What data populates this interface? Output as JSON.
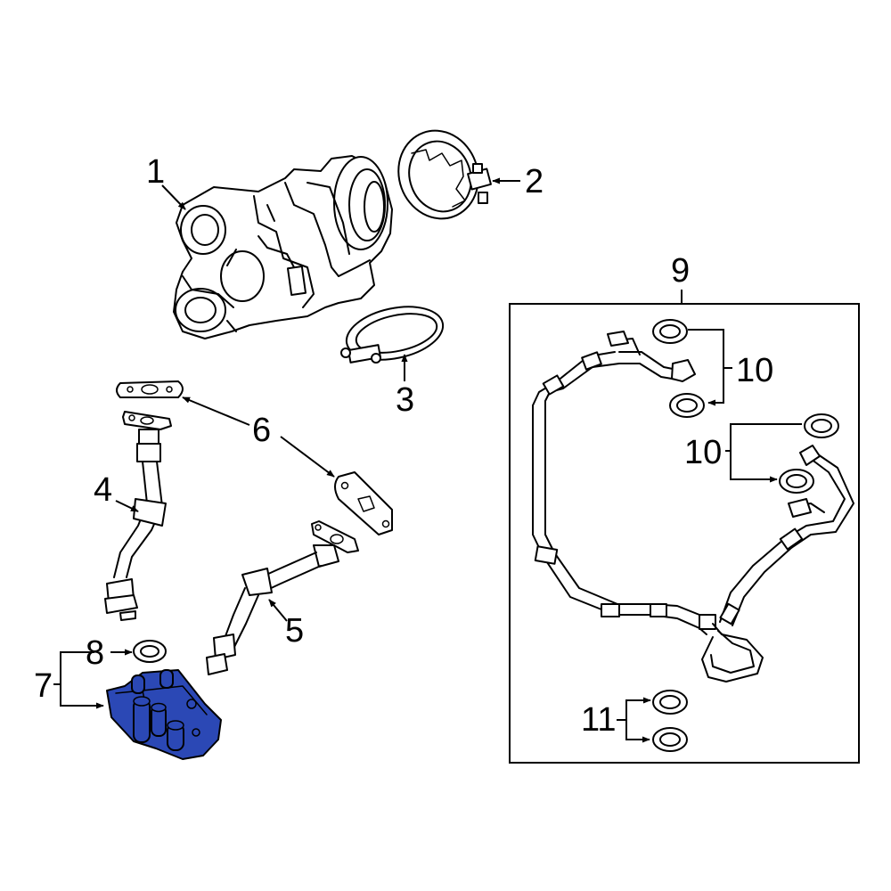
{
  "callouts": {
    "c1": "1",
    "c2": "2",
    "c3": "3",
    "c4": "4",
    "c5": "5",
    "c6": "6",
    "c7": "7",
    "c8": "8",
    "c9": "9",
    "c10a": "10",
    "c10b": "10",
    "c11": "11"
  },
  "colors": {
    "highlight": "#2b48b5",
    "line": "#000000",
    "background": "#ffffff"
  }
}
